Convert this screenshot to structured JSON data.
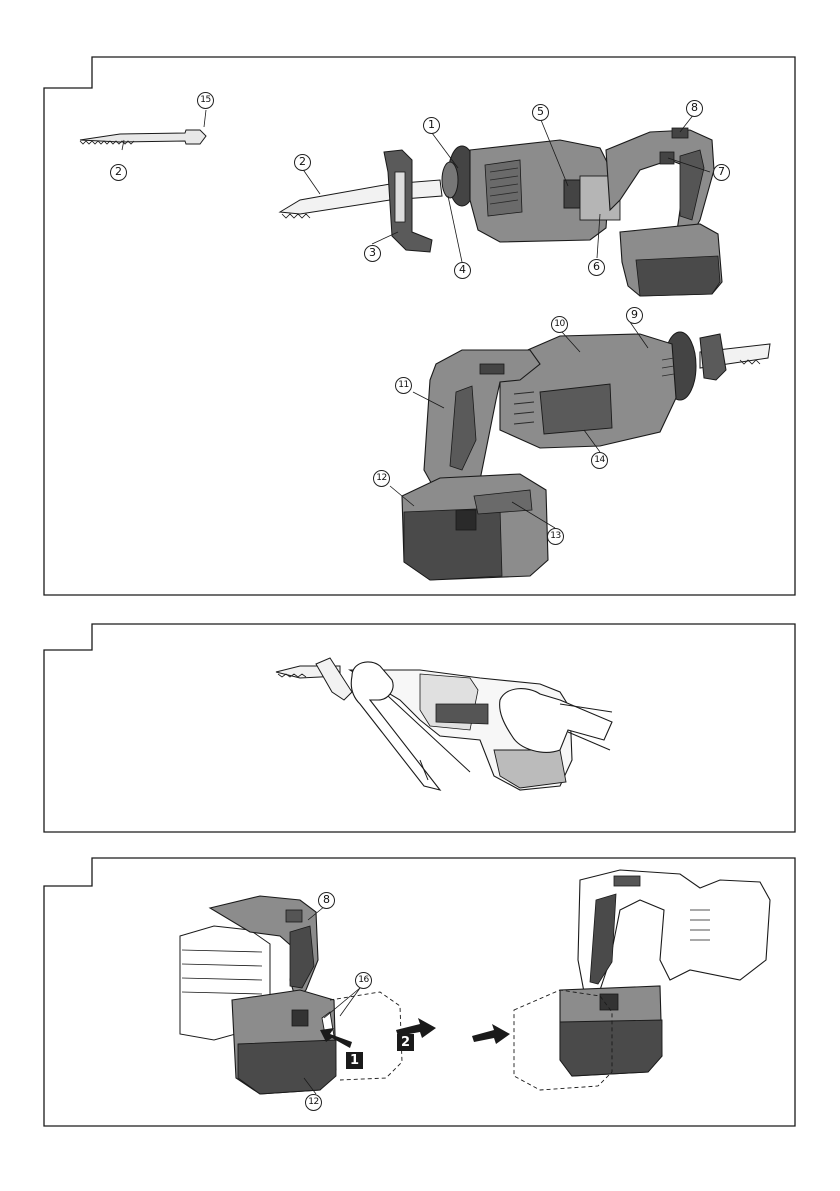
{
  "figure1": {
    "callouts": {
      "c1": "1",
      "c2a": "2",
      "c2b": "2",
      "c3": "3",
      "c4": "4",
      "c5": "5",
      "c6": "6",
      "c7": "7",
      "c8": "8",
      "c9": "9",
      "c10": "10",
      "c11": "11",
      "c12": "12",
      "c13": "13",
      "c14": "14",
      "c15": "15"
    }
  },
  "figure3": {
    "callouts": {
      "c8": "8",
      "c12": "12",
      "c16": "16"
    },
    "steps": {
      "s1": "1",
      "s2": "2"
    }
  },
  "colors": {
    "line": "#1a1a1a",
    "body_gray": "#8c8c8c",
    "dark_gray": "#4a4a4a",
    "light_gray": "#cfcfcf"
  }
}
